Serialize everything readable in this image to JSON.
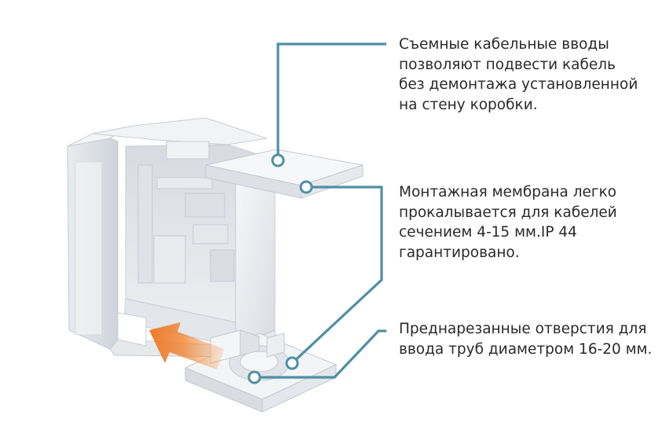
{
  "callouts": [
    {
      "lines": [
        "Съемные кабельные вводы",
        "позволяют подвести кабель",
        "без демонтажа установленной",
        "на стену коробки."
      ]
    },
    {
      "lines": [
        "Монтажная мембрана легко",
        "прокалывается для кабелей",
        "сечением 4-15 мм.IP 44",
        "гарантировано."
      ]
    },
    {
      "lines": [
        "Преднарезанные отверстия для",
        "ввода труб диаметром 16-20 мм."
      ]
    }
  ],
  "colors": {
    "leader_line": "#4f8fa5",
    "arrow": "#f08a3c",
    "product_body": "#eef0f3",
    "text": "#2a2a2a"
  }
}
